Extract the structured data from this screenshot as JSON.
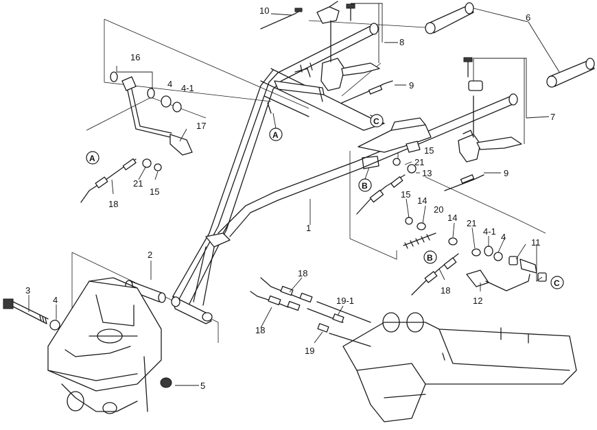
{
  "callouts": {
    "c1": "1",
    "c2": "2",
    "c3": "3",
    "c4a": "4",
    "c4b": "4",
    "c4c": "4",
    "c4_1a": "4-1",
    "c4_1b": "4-1",
    "c5": "5",
    "c6": "6",
    "c7": "7",
    "c8": "8",
    "c9a": "9",
    "c9b": "9",
    "c10": "10",
    "c11": "11",
    "c12": "12",
    "c13": "13",
    "c14a": "14",
    "c14b": "14",
    "c15a": "15",
    "c15b": "15",
    "c15c": "15",
    "c16": "16",
    "c17": "17",
    "c18a": "18",
    "c18b": "18",
    "c18c": "18",
    "c18d": "18",
    "c19": "19",
    "c19_1": "19-1",
    "c20": "20",
    "c21a": "21",
    "c21b": "21",
    "c21c": "21"
  },
  "refs": {
    "a1": "A",
    "a2": "A",
    "b1": "B",
    "b2": "B",
    "cc1": "C",
    "cc2": "C"
  }
}
